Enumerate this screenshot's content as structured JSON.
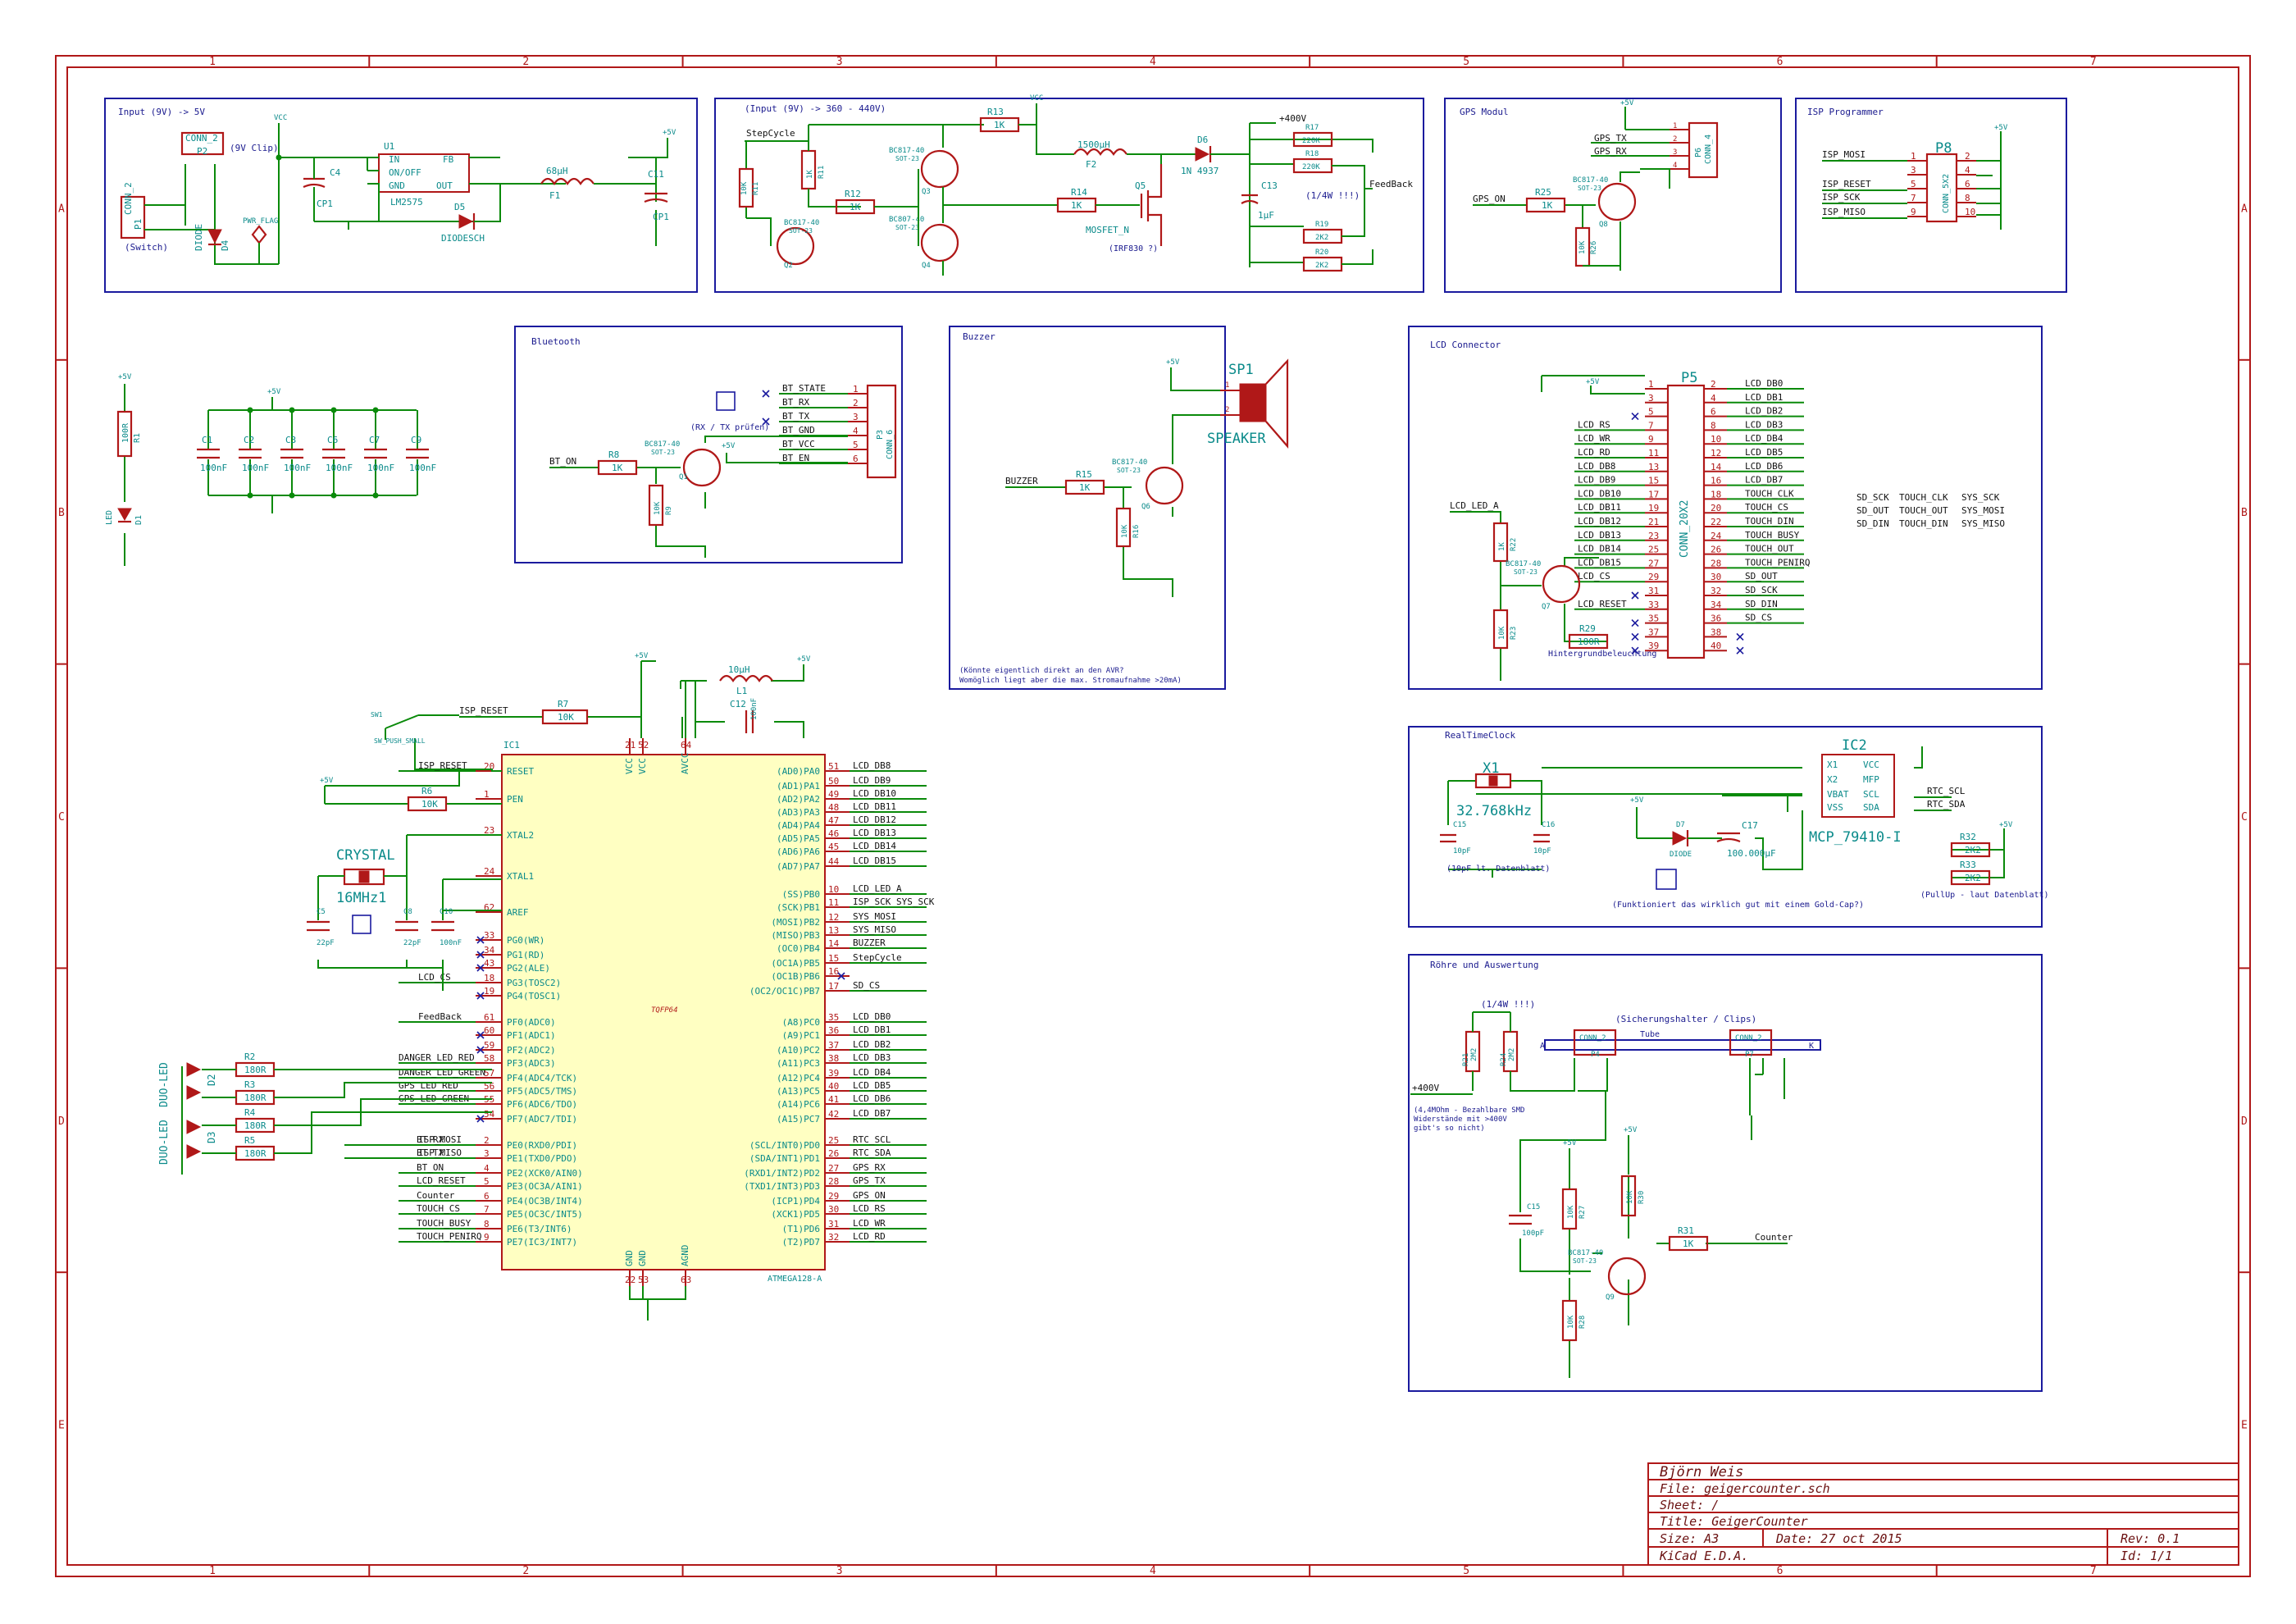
{
  "frame": {
    "cols": [
      "1",
      "2",
      "3",
      "4",
      "5",
      "6",
      "7"
    ],
    "rows": [
      "A",
      "B",
      "C",
      "D",
      "E"
    ]
  },
  "blocks": {
    "input": {
      "title": "Input (9V) -> 5V",
      "clip": "(9V Clip)",
      "switch": "(Switch)"
    },
    "hv": {
      "title": "(Input (9V) -> 360 - 440V)",
      "stepcycle": "StepCycle",
      "feedback": "FeedBack",
      "v400": "+400V",
      "quarter": "(1/4W !!!)",
      "mosfet_note": "(IRF830 ?)"
    },
    "gps": {
      "title": "GPS Modul"
    },
    "isp": {
      "title": "ISP Programmer"
    },
    "bluetooth": {
      "title": "Bluetooth",
      "note": "(RX / TX prüfen)"
    },
    "buzzer": {
      "title": "Buzzer",
      "note1": "(Könnte eigentlich direkt an den AVR?",
      "note2": "Womöglich liegt aber die max. Stromaufnahme >20mA)"
    },
    "lcd": {
      "title": "LCD Connector",
      "backlight": "Hintergrundbeleuchtung"
    },
    "rtc": {
      "title": "RealTimeClock",
      "cap_note": "(10pF lt. Datenblatt)",
      "goldcap": "(Funktioniert das wirklich gut mit einem Gold-Cap?)",
      "pullup": "(PullUp - laut Datenblatt)"
    },
    "tube": {
      "title": "Röhre und Auswertung",
      "fuse": "(Sicherungshalter / Clips)",
      "tube": "Tube",
      "quarter": "(1/4W !!!)",
      "note1": "(4,4MOhm - Bezahlbare SMD",
      "note2": "Widerstände mit >400V",
      "note3": "gibt's so nicht)"
    }
  },
  "mcu": {
    "ref": "IC1",
    "part": "ATMEGA128-A",
    "pkg": "TQFP64",
    "left": [
      {
        "n": "20",
        "l": "RESET"
      },
      {
        "n": "1",
        "l": "PEN"
      },
      {
        "n": "23",
        "l": "XTAL2"
      },
      {
        "n": "24",
        "l": "XTAL1"
      },
      {
        "n": "62",
        "l": "AREF"
      },
      {
        "n": "33",
        "l": "PG0(WR)"
      },
      {
        "n": "34",
        "l": "PG1(RD)"
      },
      {
        "n": "43",
        "l": "PG2(ALE)"
      },
      {
        "n": "18",
        "l": "PG3(TOSC2)"
      },
      {
        "n": "19",
        "l": "PG4(TOSC1)"
      },
      {
        "n": "61",
        "l": "PF0(ADC0)"
      },
      {
        "n": "60",
        "l": "PF1(ADC1)"
      },
      {
        "n": "59",
        "l": "PF2(ADC2)"
      },
      {
        "n": "58",
        "l": "PF3(ADC3)"
      },
      {
        "n": "57",
        "l": "PF4(ADC4/TCK)"
      },
      {
        "n": "56",
        "l": "PF5(ADC5/TMS)"
      },
      {
        "n": "55",
        "l": "PF6(ADC6/TDO)"
      },
      {
        "n": "54",
        "l": "PF7(ADC7/TDI)"
      },
      {
        "n": "2",
        "l": "PE0(RXD0/PDI)"
      },
      {
        "n": "3",
        "l": "PE1(TXD0/PDO)"
      },
      {
        "n": "4",
        "l": "PE2(XCK0/AIN0)"
      },
      {
        "n": "5",
        "l": "PE3(OC3A/AIN1)"
      },
      {
        "n": "6",
        "l": "PE4(OC3B/INT4)"
      },
      {
        "n": "7",
        "l": "PE5(OC3C/INT5)"
      },
      {
        "n": "8",
        "l": "PE6(T3/INT6)"
      },
      {
        "n": "9",
        "l": "PE7(IC3/INT7)"
      }
    ],
    "right": [
      {
        "n": "51",
        "l": "(AD0)PA0",
        "net": "LCD_DB8"
      },
      {
        "n": "50",
        "l": "(AD1)PA1",
        "net": "LCD_DB9"
      },
      {
        "n": "49",
        "l": "(AD2)PA2",
        "net": "LCD_DB10"
      },
      {
        "n": "48",
        "l": "(AD3)PA3",
        "net": "LCD_DB11"
      },
      {
        "n": "47",
        "l": "(AD4)PA4",
        "net": "LCD_DB12"
      },
      {
        "n": "46",
        "l": "(AD5)PA5",
        "net": "LCD_DB13"
      },
      {
        "n": "45",
        "l": "(AD6)PA6",
        "net": "LCD_DB14"
      },
      {
        "n": "44",
        "l": "(AD7)PA7",
        "net": "LCD_DB15"
      },
      {
        "n": "10",
        "l": "(SS)PB0",
        "net": "LCD_LED_A"
      },
      {
        "n": "11",
        "l": "(SCK)PB1",
        "net": "ISP_SCK   SYS_SCK"
      },
      {
        "n": "12",
        "l": "(MOSI)PB2",
        "net": "SYS_MOSI"
      },
      {
        "n": "13",
        "l": "(MISO)PB3",
        "net": "SYS_MISO"
      },
      {
        "n": "14",
        "l": "(OC0)PB4",
        "net": "BUZZER"
      },
      {
        "n": "15",
        "l": "(OC1A)PB5",
        "net": "StepCycle"
      },
      {
        "n": "16",
        "l": "(OC1B)PB6",
        "net": ""
      },
      {
        "n": "17",
        "l": "(OC2/OC1C)PB7",
        "net": "SD_CS"
      },
      {
        "n": "35",
        "l": "(A8)PC0",
        "net": "LCD_DB0"
      },
      {
        "n": "36",
        "l": "(A9)PC1",
        "net": "LCD_DB1"
      },
      {
        "n": "37",
        "l": "(A10)PC2",
        "net": "LCD_DB2"
      },
      {
        "n": "38",
        "l": "(A11)PC3",
        "net": "LCD_DB3"
      },
      {
        "n": "39",
        "l": "(A12)PC4",
        "net": "LCD_DB4"
      },
      {
        "n": "40",
        "l": "(A13)PC5",
        "net": "LCD_DB5"
      },
      {
        "n": "41",
        "l": "(A14)PC6",
        "net": "LCD_DB6"
      },
      {
        "n": "42",
        "l": "(A15)PC7",
        "net": "LCD_DB7"
      },
      {
        "n": "25",
        "l": "(SCL/INT0)PD0",
        "net": "RTC_SCL"
      },
      {
        "n": "26",
        "l": "(SDA/INT1)PD1",
        "net": "RTC_SDA"
      },
      {
        "n": "27",
        "l": "(RXD1/INT2)PD2",
        "net": "GPS_RX"
      },
      {
        "n": "28",
        "l": "(TXD1/INT3)PD3",
        "net": "GPS_TX"
      },
      {
        "n": "29",
        "l": "(ICP1)PD4",
        "net": "GPS_ON"
      },
      {
        "n": "30",
        "l": "(XCK1)PD5",
        "net": "LCD_RS"
      },
      {
        "n": "31",
        "l": "(T1)PD6",
        "net": "LCD_WR"
      },
      {
        "n": "32",
        "l": "(T2)PD7",
        "net": "LCD_RD"
      }
    ],
    "left_nets": [
      "ISP_RESET",
      "",
      "",
      "",
      "",
      "",
      "",
      "",
      "LCD_CS",
      "",
      "FeedBack",
      "",
      "",
      "DANGER_LED_RED",
      "DANGER_LED_GREEN",
      "GPS_LED_RED",
      "GPS_LED_GREEN",
      "",
      "BT_RX",
      "BT_TX",
      "BT_ON",
      "LCD_RESET",
      "Counter",
      "TOUCH_CS",
      "TOUCH_BUSY",
      "TOUCH_PENIRQ"
    ],
    "left_nets2": [
      "",
      "",
      "",
      "",
      "",
      "",
      "",
      "",
      "",
      "",
      "",
      "",
      "",
      "",
      "",
      "",
      "",
      "",
      "ISP_MOSI",
      "ISP_MISO",
      "",
      "",
      "",
      "",
      "",
      ""
    ],
    "top": [
      {
        "n": "21",
        "l": "VCC"
      },
      {
        "n": "52",
        "l": "VCC"
      },
      {
        "n": "64",
        "l": "AVCC"
      }
    ],
    "bottom": [
      {
        "n": "22",
        "l": "GND"
      },
      {
        "n": "53",
        "l": "GND"
      },
      {
        "n": "63",
        "l": "AGND"
      }
    ]
  },
  "lcd_conn": {
    "ref": "P5",
    "part": "CONN_20X2",
    "left_nets": [
      "",
      "",
      "",
      "",
      "LCD_RS",
      "LCD_WR",
      "LCD_RD",
      "LCD_DB8",
      "LCD_DB9",
      "LCD_DB10",
      "LCD_DB11",
      "LCD_DB12",
      "LCD_DB13",
      "LCD_DB14",
      "LCD_DB15",
      "LCD_CS",
      "",
      "LCD_RESET",
      "",
      "",
      ""
    ],
    "right_nets": [
      "LCD_DB0",
      "LCD_DB1",
      "LCD_DB2",
      "LCD_DB3",
      "LCD_DB4",
      "LCD_DB5",
      "LCD_DB6",
      "LCD_DB7",
      "TOUCH_CLK",
      "TOUCH_CS",
      "TOUCH_DIN",
      "TOUCH_BUSY",
      "TOUCH_OUT",
      "TOUCH_PENIRQ",
      "SD_OUT",
      "SD_SCK",
      "SD_DIN",
      "SD_CS",
      "",
      ""
    ],
    "map": [
      [
        "SD_SCK",
        "TOUCH_CLK",
        "SYS_SCK"
      ],
      [
        "SD_OUT",
        "TOUCH_OUT",
        "SYS_MOSI"
      ],
      [
        "SD_DIN",
        "TOUCH_DIN",
        "SYS_MISO"
      ]
    ]
  },
  "labels": {
    "u1": "U1",
    "lm2575": "LM2575",
    "in": "IN",
    "onoff": "ON/OFF",
    "gnd": "GND",
    "fb": "FB",
    "out": "OUT",
    "c4": "C4",
    "cp1": "CP1",
    "c11": "C11",
    "l68": "68µH",
    "f1": "F1",
    "d5": "D5",
    "diodesch": "DIODESCH",
    "p1": "P1",
    "conn2": "CONN_2",
    "p2": "P2",
    "d4": "D4",
    "diode": "DIODE",
    "pwrflag": "PWR_FLAG",
    "vcc": "VCC",
    "p5v": "+5V",
    "r11": "R11",
    "r13": "R13",
    "r12": "R12",
    "r14": "R14",
    "r17": "R17",
    "r18": "R18",
    "r19": "R19",
    "r20": "R20",
    "r16": "R16",
    "k1": "1K",
    "k10": "10K",
    "k220": "220K",
    "k2k2": "2K2",
    "q2": "Q2",
    "q3": "Q3",
    "q4": "Q4",
    "q5": "Q5",
    "bc817": "BC817-40",
    "bc807": "BC807-40",
    "sot23": "SOT-23",
    "f2": "F2",
    "l1500": "1500µH",
    "d6": "D6",
    "in4937": "1N 4937",
    "c13": "C13",
    "u1f": "1µF",
    "mosfet": "MOSFET_N",
    "r25": "R25",
    "r26": "R26",
    "q8": "Q8",
    "p6": "P6",
    "conn4": "CONN_4",
    "gpstx": "GPS_TX",
    "gpsrx": "GPS_RX",
    "gpson": "GPS_ON",
    "p8": "P8",
    "connx2": "CONN_5X2",
    "ispmosi": "ISP_MOSI",
    "isprst": "ISP_RESET",
    "ispsck": "ISP_SCK",
    "ispmiso": "ISP_MISO",
    "r1": "R1",
    "r1k": "100R",
    "d1": "D1",
    "led": "LED",
    "c1": "C1",
    "c2": "C2",
    "c3": "C3",
    "c6": "C6",
    "c7": "C7",
    "c9": "C9",
    "n100": "100nF",
    "r8": "R8",
    "r9": "R9",
    "q1": "Q1",
    "p3": "P3",
    "conn6": "CONN_6",
    "bton": "BT_ON",
    "btstate": "BT_STATE",
    "btrx": "BT_RX",
    "bttx": "BT_TX",
    "btgnd": "BT_GND",
    "btvcc": "BT_VCC",
    "bten": "BT_EN",
    "sp1": "SP1",
    "speaker": "SPEAKER",
    "r15": "R15",
    "r16b": "R16",
    "q6": "Q6",
    "buzzer": "BUZZER",
    "r22": "R22",
    "r23": "R23",
    "r29": "R29",
    "q7": "Q7",
    "r180": "180R",
    "lcdleda": "LCD_LED_A",
    "x1": "X1",
    "f32": "32.768kHz",
    "c15b": "C15",
    "c16": "C16",
    "p10": "10pF",
    "d7": "D7",
    "c17": "C17",
    "f100": "100.000µF",
    "ic2": "IC2",
    "mcp": "MCP_79410-I",
    "x1p": "X1",
    "x2p": "X2",
    "vbat": "VBAT",
    "vss": "VSS",
    "vccp": "VCC",
    "mfp": "MFP",
    "scl": "SCL",
    "sda": "SDA",
    "r32": "R32",
    "r33": "R33",
    "rtcscl": "RTC_SCL",
    "rtcsda": "RTC_SDA",
    "r2": "R2",
    "r3": "R3",
    "r4": "R4",
    "r5": "R5",
    "r180b": "180R",
    "d2": "D2",
    "d3": "D3",
    "duoled": "DUO-LED",
    "r7": "R7",
    "r6": "R6",
    "sw1": "SW1",
    "swpush": "SW_PUSH_SMALL",
    "isprst2": "ISP_RESET",
    "crystal": "CRYSTAL",
    "f16": "16MHz1",
    "c5": "C5",
    "c8": "C8",
    "c10": "C10",
    "p22": "22pF",
    "l1": "L1",
    "l10": "10µH",
    "c12": "C12",
    "n100b": "100nF",
    "r21": "R21",
    "r24": "R24",
    "r27": "R27",
    "r28": "R28",
    "r30": "R30",
    "r31": "R31",
    "q9": "Q9",
    "c15": "C15",
    "p100": "100pF",
    "p4": "P4",
    "p7": "P7",
    "p400": "+400V",
    "counter": "Counter",
    "a": "A",
    "k": "K",
    "m22": "2M2"
  },
  "title_block": {
    "author": "Björn Weis",
    "file": "File: geigercounter.sch",
    "sheet": "Sheet: /",
    "title": "Title: GeigerCounter",
    "size": "Size: A3",
    "date": "Date: 27 oct 2015",
    "rev": "Rev: 0.1",
    "kicad": "KiCad E.D.A.",
    "id": "Id: 1/1"
  }
}
